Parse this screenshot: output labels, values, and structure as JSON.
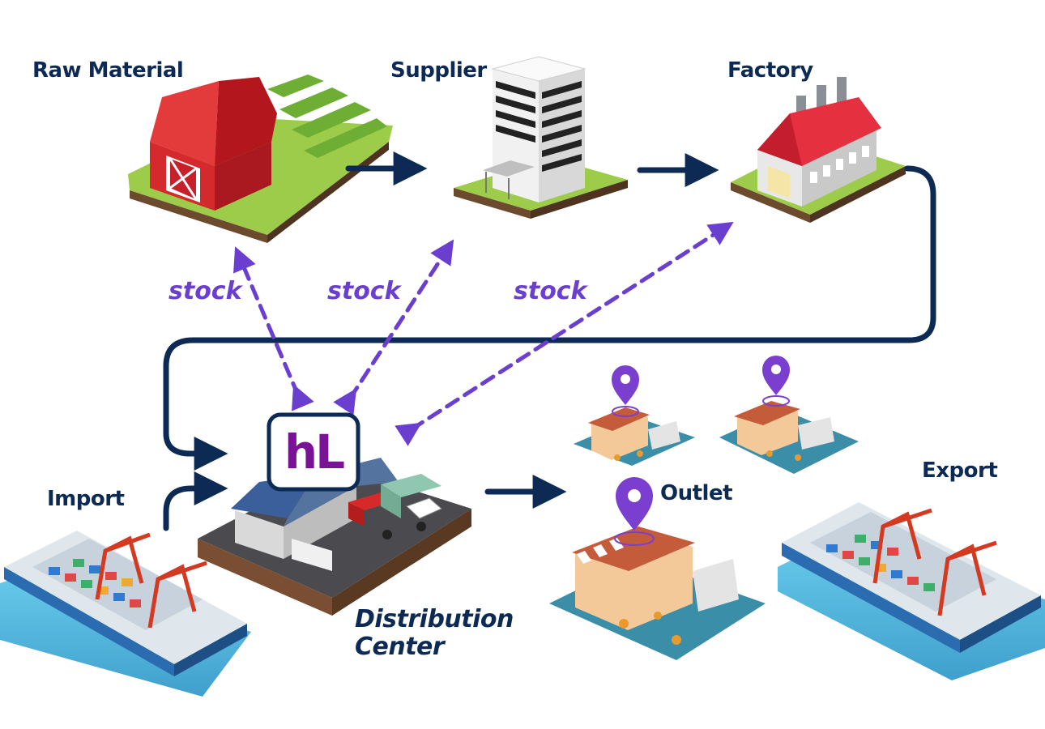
{
  "nodes": {
    "raw_material": "Raw Material",
    "supplier": "Supplier",
    "factory": "Factory",
    "import": "Import",
    "distribution_center": [
      "Distribution",
      "Center"
    ],
    "outlet": "Outlet",
    "export": "Export"
  },
  "stock_labels": [
    "stock",
    "stock",
    "stock"
  ],
  "logo": {
    "text": "hL"
  },
  "colors": {
    "flow_arrow": "#0d2a55",
    "stock_arrow": "#6a3fcf",
    "logo": "#7a1296",
    "barn": "#c8202a",
    "grass": "#9ccc4a",
    "pin": "#7b3fd0"
  },
  "icons": [
    "barn-icon",
    "building-icon",
    "factory-icon",
    "warehouse-icon",
    "store-icon",
    "location-pin-icon",
    "cargo-ship-icon"
  ]
}
